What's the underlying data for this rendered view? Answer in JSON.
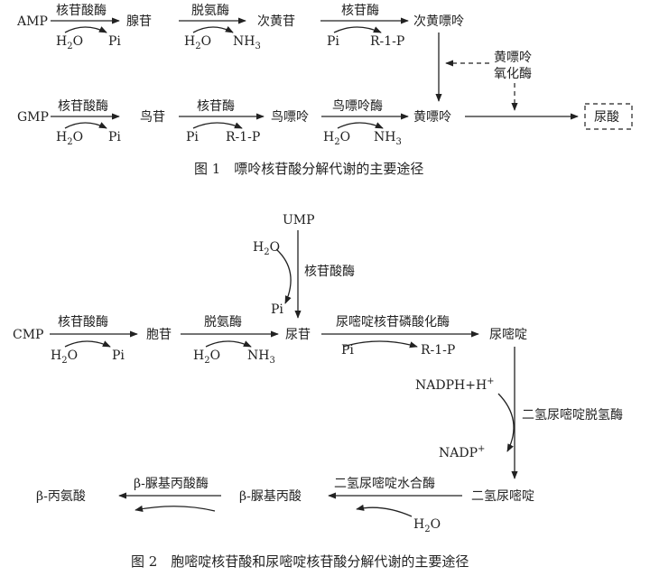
{
  "fig1": {
    "caption": "图 1　嘌呤核苷酸分解代谢的主要途径",
    "amp": "AMP",
    "amp_enzyme": "核苷酸酶",
    "amp_h2o": "H",
    "amp_h2o_sub": "2",
    "amp_h2o_tail": "O",
    "amp_pi": "Pi",
    "adenosine": "腺苷",
    "deaminase": "脱氨酶",
    "deam_h2o": "H",
    "deam_h2o_sub": "2",
    "deam_h2o_tail": "O",
    "deam_nh3": "NH",
    "deam_nh3_sub": "3",
    "inosine": "次黄苷",
    "nucleosidase1": "核苷酶",
    "nuc1_pi": "Pi",
    "nuc1_r1p": "R-1-P",
    "hypoxanthine": "次黄嘌呤",
    "xo_line1": "黄嘌呤",
    "xo_line2": "氧化酶",
    "gmp": "GMP",
    "gmp_enzyme": "核苷酸酶",
    "gmp_h2o": "H",
    "gmp_h2o_sub": "2",
    "gmp_h2o_tail": "O",
    "gmp_pi": "Pi",
    "guanosine": "鸟苷",
    "nucleosidase2": "核苷酶",
    "nuc2_pi": "Pi",
    "nuc2_r1p": "R-1-P",
    "guanine": "鸟嘌呤",
    "guanase": "鸟嘌呤酶",
    "guan_h2o": "H",
    "guan_h2o_sub": "2",
    "guan_h2o_tail": "O",
    "guan_nh3": "NH",
    "guan_nh3_sub": "3",
    "xanthine": "黄嘌呤",
    "uric_acid": "尿酸"
  },
  "fig2": {
    "caption": "图 2　胞嘧啶核苷酸和尿嘧啶核苷酸分解代谢的主要途径",
    "ump": "UMP",
    "ump_h2o": "H",
    "ump_h2o_sub": "2",
    "ump_h2o_tail": "O",
    "ump_enzyme": "核苷酸酶",
    "ump_pi": "Pi",
    "cmp": "CMP",
    "cmp_enzyme": "核苷酸酶",
    "cmp_h2o": "H",
    "cmp_h2o_sub": "2",
    "cmp_h2o_tail": "O",
    "cmp_pi": "Pi",
    "cytidine": "胞苷",
    "deaminase": "脱氨酶",
    "deam_h2o": "H",
    "deam_h2o_sub": "2",
    "deam_h2o_tail": "O",
    "deam_nh3": "NH",
    "deam_nh3_sub": "3",
    "uridine": "尿苷",
    "phosphorylase": "尿嘧啶核苷磷酸化酶",
    "phos_pi": "Pi",
    "phos_r1p": "R-1-P",
    "uracil": "尿嘧啶",
    "nadph": "NADPH+H",
    "nadph_sup": "+",
    "dpd": "二氢尿嘧啶脱氢酶",
    "nadp": "NADP",
    "nadp_sup": "+",
    "dihydrouracil": "二氢尿嘧啶",
    "hydratase": "二氢尿嘧啶水合酶",
    "hyd_h2o": "H",
    "hyd_h2o_sub": "2",
    "hyd_h2o_tail": "O",
    "ureidopropionate": "β-脲基丙酸",
    "ureidopropionase": "β-脲基丙酸酶",
    "beta_alanine": "β-丙氨酸"
  }
}
